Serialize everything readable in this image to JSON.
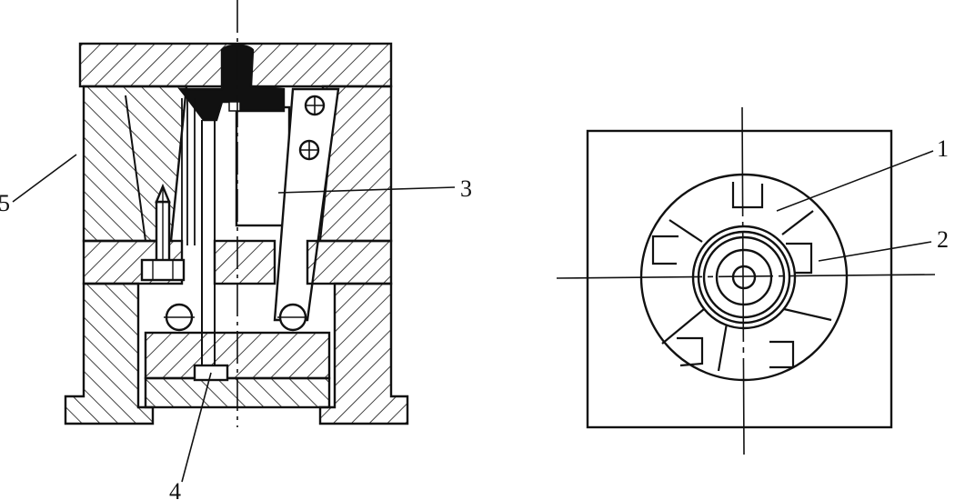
{
  "figure": {
    "callouts": {
      "c1": "1",
      "c2": "2",
      "c3": "3",
      "c4": "4",
      "c5": "5"
    }
  },
  "colors": {
    "ink": "#111111",
    "background": "#ffffff"
  }
}
